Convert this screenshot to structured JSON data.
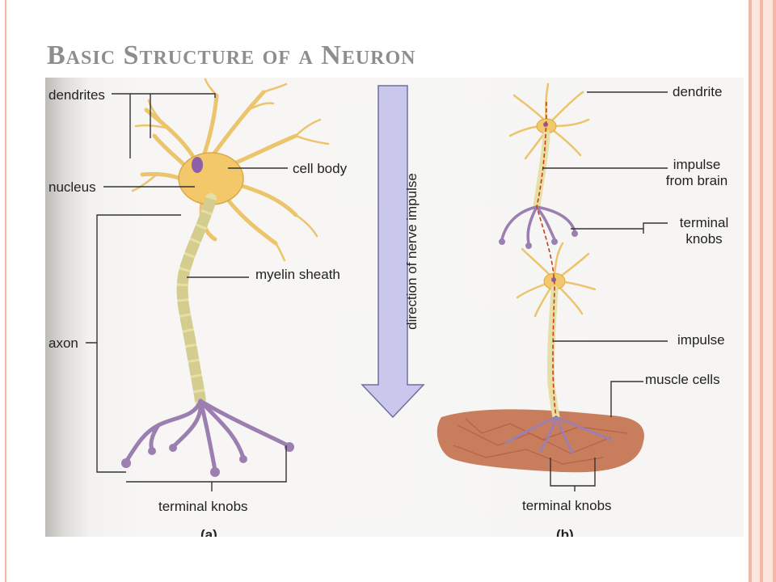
{
  "slide": {
    "title": "Basic Structure of a Neuron"
  },
  "diagram_a": {
    "labels": {
      "dendrites": "dendrites",
      "nucleus": "nucleus",
      "cell_body": "cell body",
      "myelin_sheath": "myelin sheath",
      "axon": "axon",
      "terminal_knobs": "terminal knobs"
    },
    "panel_letter": "(a)"
  },
  "arrow": {
    "label": "direction of nerve impulse"
  },
  "diagram_b": {
    "labels": {
      "dendrite": "dendrite",
      "impulse_from_brain_line1": "impulse",
      "impulse_from_brain_line2": "from brain",
      "terminal_knobs_line1": "terminal",
      "terminal_knobs_line2": "knobs",
      "impulse": "impulse",
      "muscle_cells": "muscle cells",
      "terminal_knobs_bottom": "terminal knobs"
    },
    "panel_letter": "(b)"
  },
  "colors": {
    "title": "#8d8d8d",
    "cell_body": "#f2c86a",
    "nucleus": "#8e5ea8",
    "myelin": "#e6e0a4",
    "axon_terminal": "#9b7fb0",
    "arrow": "#c9c7ec",
    "muscle": "#c3704d",
    "impulse": "#cc3b22",
    "frame_accent": "#f3b7a4"
  }
}
